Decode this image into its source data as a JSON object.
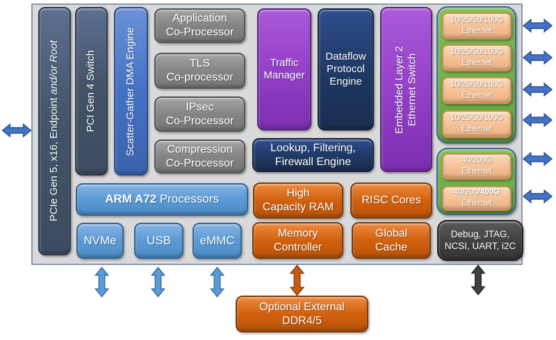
{
  "colors": {
    "slate": "#44546A",
    "blue": "#4472C4",
    "light_blue": "#5B9BD5",
    "gray": "#828282",
    "purple": "#9440C8",
    "navy": "#1F3864",
    "orange": "#D2610E",
    "peach": "#F3BD92",
    "green": "#70AD47",
    "debug_gray": "#404040",
    "chip_background": "#D9D9D9",
    "arrow_blue": "#4472C4",
    "arrow_light_blue": "#5B9BD5",
    "arrow_orange": "#C55A11",
    "arrow_black": "#404040"
  },
  "blocks": {
    "pcie": {
      "text": "PCIe Gen 5, x16, Endpoint",
      "italic": " and/or Root"
    },
    "pci_switch": {
      "text": "PCI Gen 4 Switch"
    },
    "sg_dma": {
      "text": "Scatter-Gather DMA Engine"
    },
    "coprocessors": [
      {
        "text": "Application\nCo-Processor"
      },
      {
        "text": "TLS\nCo-processor"
      },
      {
        "text": "IPsec\nCo-Processor"
      },
      {
        "text": "Compression\nCo-Processor"
      }
    ],
    "traffic_manager": {
      "text": "Traffic\nManager"
    },
    "dataflow_engine": {
      "text": "Dataflow\nProtocol\nEngine"
    },
    "lookup_engine": {
      "text": "Lookup, Filtering,\nFirewall Engine"
    },
    "l2_switch": {
      "text": "Embedded Layer 2\nEthernet Switch"
    },
    "eth_ports": [
      {
        "speed": "10/25/50/100G",
        "label": "Ethernet"
      },
      {
        "speed": "10/25/50/100G",
        "label": "Ethernet"
      },
      {
        "speed": "10/25/50/100G",
        "label": "Ethernet"
      },
      {
        "speed": "10/25/50/100G",
        "label": "Ethernet"
      },
      {
        "speed": "40/200G",
        "label": "Ethernet"
      },
      {
        "speed_prefix": "40/200/",
        "speed_bold": "400G",
        "label": "Ethernet"
      }
    ],
    "debug": {
      "text": "Debug, JTAG,\nNCSI, UART, i2C"
    },
    "arm": {
      "bold": "ARM A72",
      "regular": " Processors"
    },
    "nvme": {
      "text": "NVMe"
    },
    "usb": {
      "text": "USB"
    },
    "emmc": {
      "text": "eMMC"
    },
    "high_ram": {
      "text": "High\nCapacity RAM"
    },
    "risc": {
      "text": "RISC Cores"
    },
    "mem_ctrl": {
      "text": "Memory\nController"
    },
    "global_cache": {
      "text": "Global\nCache"
    },
    "ddr": {
      "text": "Optional External\nDDR4/5"
    }
  }
}
